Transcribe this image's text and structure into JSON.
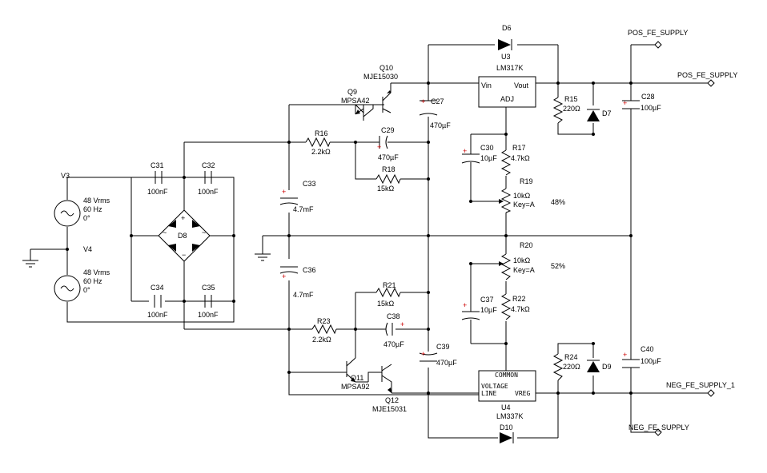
{
  "nets": {
    "pos_out_top": "POS_FE_SUPPLY",
    "pos_out_right": "POS_FE_SUPPLY",
    "neg_out_right": "NEG_FE_SUPPLY_1",
    "neg_out_bottom": "NEG_FE_SUPPLY"
  },
  "sources": {
    "v3": {
      "ref": "V3",
      "vrms": "48 Vrms",
      "freq": "60 Hz",
      "phase": "0°"
    },
    "v4": {
      "ref": "V4",
      "vrms": "48 Vrms",
      "freq": "60 Hz",
      "phase": "0°"
    }
  },
  "bridge": {
    "ref": "D8",
    "ac_left": "~",
    "ac_right": "~",
    "plus": "+",
    "minus": "−"
  },
  "caps": {
    "c31": {
      "ref": "C31",
      "value": "100nF"
    },
    "c32": {
      "ref": "C32",
      "value": "100nF"
    },
    "c34": {
      "ref": "C34",
      "value": "100nF"
    },
    "c35": {
      "ref": "C35",
      "value": "100nF"
    },
    "c33": {
      "ref": "C33",
      "value": "4.7mF"
    },
    "c36": {
      "ref": "C36",
      "value": "4.7mF"
    },
    "c27": {
      "ref": "C27",
      "value": "470µF"
    },
    "c29": {
      "ref": "C29",
      "value": "470µF"
    },
    "c38": {
      "ref": "C38",
      "value": "470µF"
    },
    "c39": {
      "ref": "C39",
      "value": "470µF"
    },
    "c30": {
      "ref": "C30",
      "value": "10µF"
    },
    "c37": {
      "ref": "C37",
      "value": "10µF"
    },
    "c28": {
      "ref": "C28",
      "value": "100µF"
    },
    "c40": {
      "ref": "C40",
      "value": "100µF"
    }
  },
  "resistors": {
    "r16": {
      "ref": "R16",
      "value": "2.2kΩ"
    },
    "r18": {
      "ref": "R18",
      "value": "15kΩ"
    },
    "r21": {
      "ref": "R21",
      "value": "15kΩ"
    },
    "r23": {
      "ref": "R23",
      "value": "2.2kΩ"
    },
    "r15": {
      "ref": "R15",
      "value": "220Ω"
    },
    "r24": {
      "ref": "R24",
      "value": "220Ω"
    },
    "r17": {
      "ref": "R17",
      "value": "4.7kΩ"
    },
    "r22": {
      "ref": "R22",
      "value": "4.7kΩ"
    }
  },
  "pots": {
    "r19": {
      "ref": "R19",
      "value": "10kΩ",
      "key": "Key=A",
      "setting": "48%"
    },
    "r20": {
      "ref": "R20",
      "value": "10kΩ",
      "key": "Key=A",
      "setting": "52%"
    }
  },
  "transistors": {
    "q9": {
      "ref": "Q9",
      "part": "MPSA42"
    },
    "q10": {
      "ref": "Q10",
      "part": "MJE15030"
    },
    "q11": {
      "ref": "Q11",
      "part": "MPSA92"
    },
    "q12": {
      "ref": "Q12",
      "part": "MJE15031"
    }
  },
  "diodes": {
    "d6": "D6",
    "d7": "D7",
    "d9": "D9",
    "d10": "D10"
  },
  "regulators": {
    "u3": {
      "ref": "U3",
      "part": "LM317K",
      "pin_in": "Vin",
      "pin_out": "Vout",
      "pin_adj": "ADJ"
    },
    "u4": {
      "ref": "U4",
      "part": "LM337K",
      "pin_common": "COMMON",
      "pin_line1": "VOLTAGE",
      "pin_line2": "LINE",
      "pin_vreg": "VREG"
    }
  }
}
